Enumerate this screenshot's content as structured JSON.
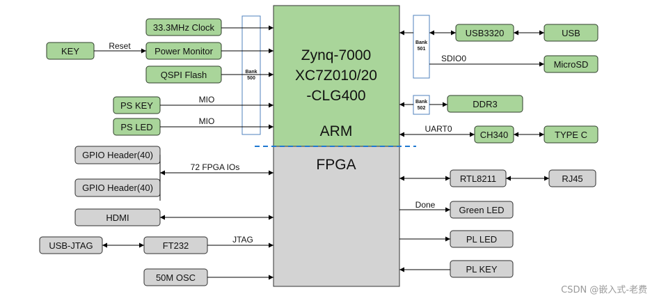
{
  "chip": {
    "line1": "Zynq-7000",
    "line2": "XC7Z010/20",
    "line3": "-CLG400",
    "arm": "ARM",
    "fpga": "FPGA"
  },
  "banks": {
    "b500": [
      "Bank",
      "500"
    ],
    "b501": [
      "Bank",
      "501"
    ],
    "b502": [
      "Bank",
      "502"
    ]
  },
  "left": {
    "clock": "33.3MHz Clock",
    "power_monitor": "Power Monitor",
    "key": "KEY",
    "qspi": "QSPI Flash",
    "ps_key": "PS KEY",
    "ps_led": "PS LED",
    "gpio1": "GPIO Header(40)",
    "gpio2": "GPIO Header(40)",
    "hdmi": "HDMI",
    "usb_jtag": "USB-JTAG",
    "ft232": "FT232",
    "osc": "50M OSC"
  },
  "right": {
    "usb3320": "USB3320",
    "usb": "USB",
    "microsd": "MicroSD",
    "ddr3": "DDR3",
    "ch340": "CH340",
    "typec": "TYPE C",
    "rtl8211": "RTL8211",
    "rj45": "RJ45",
    "green_led": "Green LED",
    "pl_led": "PL LED",
    "pl_key": "PL KEY"
  },
  "signals": {
    "reset": "Reset",
    "mio1": "MIO",
    "mio2": "MIO",
    "fpga_ios": "72 FPGA IOs",
    "jtag": "JTAG",
    "sdio": "SDIO0",
    "uart": "UART0",
    "done": "Done"
  },
  "watermark": "CSDN @嵌入式-老费",
  "colors": {
    "ps": "#a9d59a",
    "pl": "#d3d3d3",
    "bank_border": "#4f81bd",
    "divider": "#1f78d1"
  }
}
